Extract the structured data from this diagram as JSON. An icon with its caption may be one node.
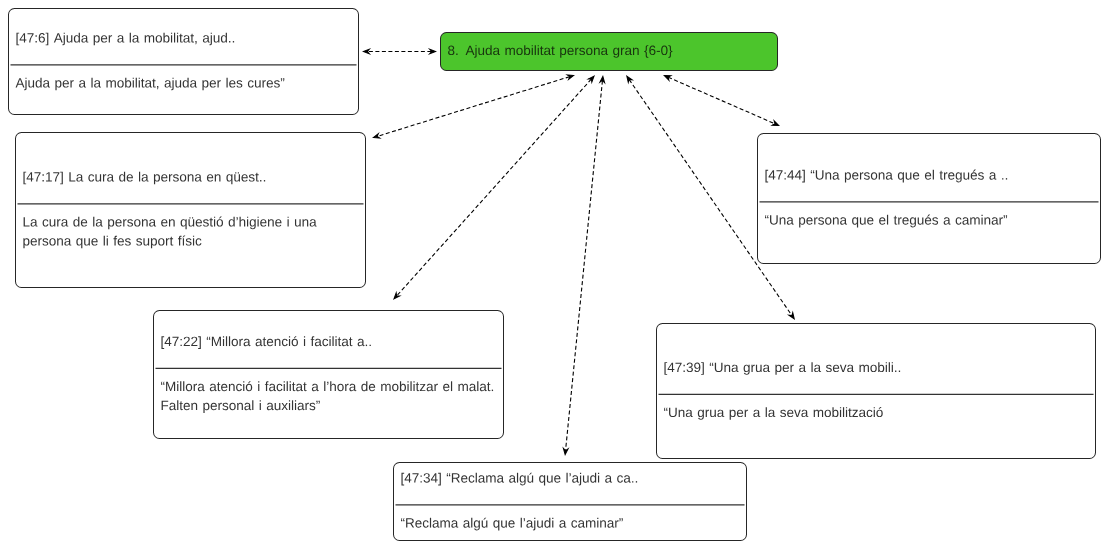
{
  "diagram": {
    "nodes": [
      {
        "text": [
          "8. Ajuda mobilitat persona gran {6-0}"
        ]
      },
      {
        "text": [
          "[47:6] Ajuda per a la mobilitat, ajud..",
          "Ajuda per a la mobilitat, ajuda per les cures”"
        ]
      },
      {
        "text": [
          "[47:17] La cura de la persona en qüest..",
          "La cura de la persona en qüestió d’higiene i una persona que li fes suport físic"
        ]
      },
      {
        "text": [
          "[47:44] “Una persona que el tregués a ..",
          "“Una persona que el tregués a caminar”"
        ]
      },
      {
        "text": [
          "[47:22] “Millora atenció i facilitat a..",
          "“Millora atenció i facilitat a l’hora de mobilitzar el malat. Falten personal i auxiliars”"
        ]
      },
      {
        "text": [
          "[47:39] “Una grua per a la seva mobili..",
          "“Una grua per a la seva mobilització"
        ]
      },
      {
        "text": [
          "[47:34] “Reclama algú que l’ajudi a ca..",
          "“Reclama algú que l’ajudi a caminar”"
        ]
      }
    ],
    "edges": [
      {
        "from": 0,
        "to": 1,
        "arrow": "both",
        "style": "dashed"
      },
      {
        "from": 0,
        "to": 2,
        "arrow": "both",
        "style": "dashed"
      },
      {
        "from": 0,
        "to": 3,
        "arrow": "both",
        "style": "dashed"
      },
      {
        "from": 0,
        "to": 4,
        "arrow": "both",
        "style": "dashed"
      },
      {
        "from": 0,
        "to": 5,
        "arrow": "both",
        "style": "dashed"
      },
      {
        "from": 0,
        "to": 6,
        "arrow": "both",
        "style": "dashed"
      }
    ]
  }
}
